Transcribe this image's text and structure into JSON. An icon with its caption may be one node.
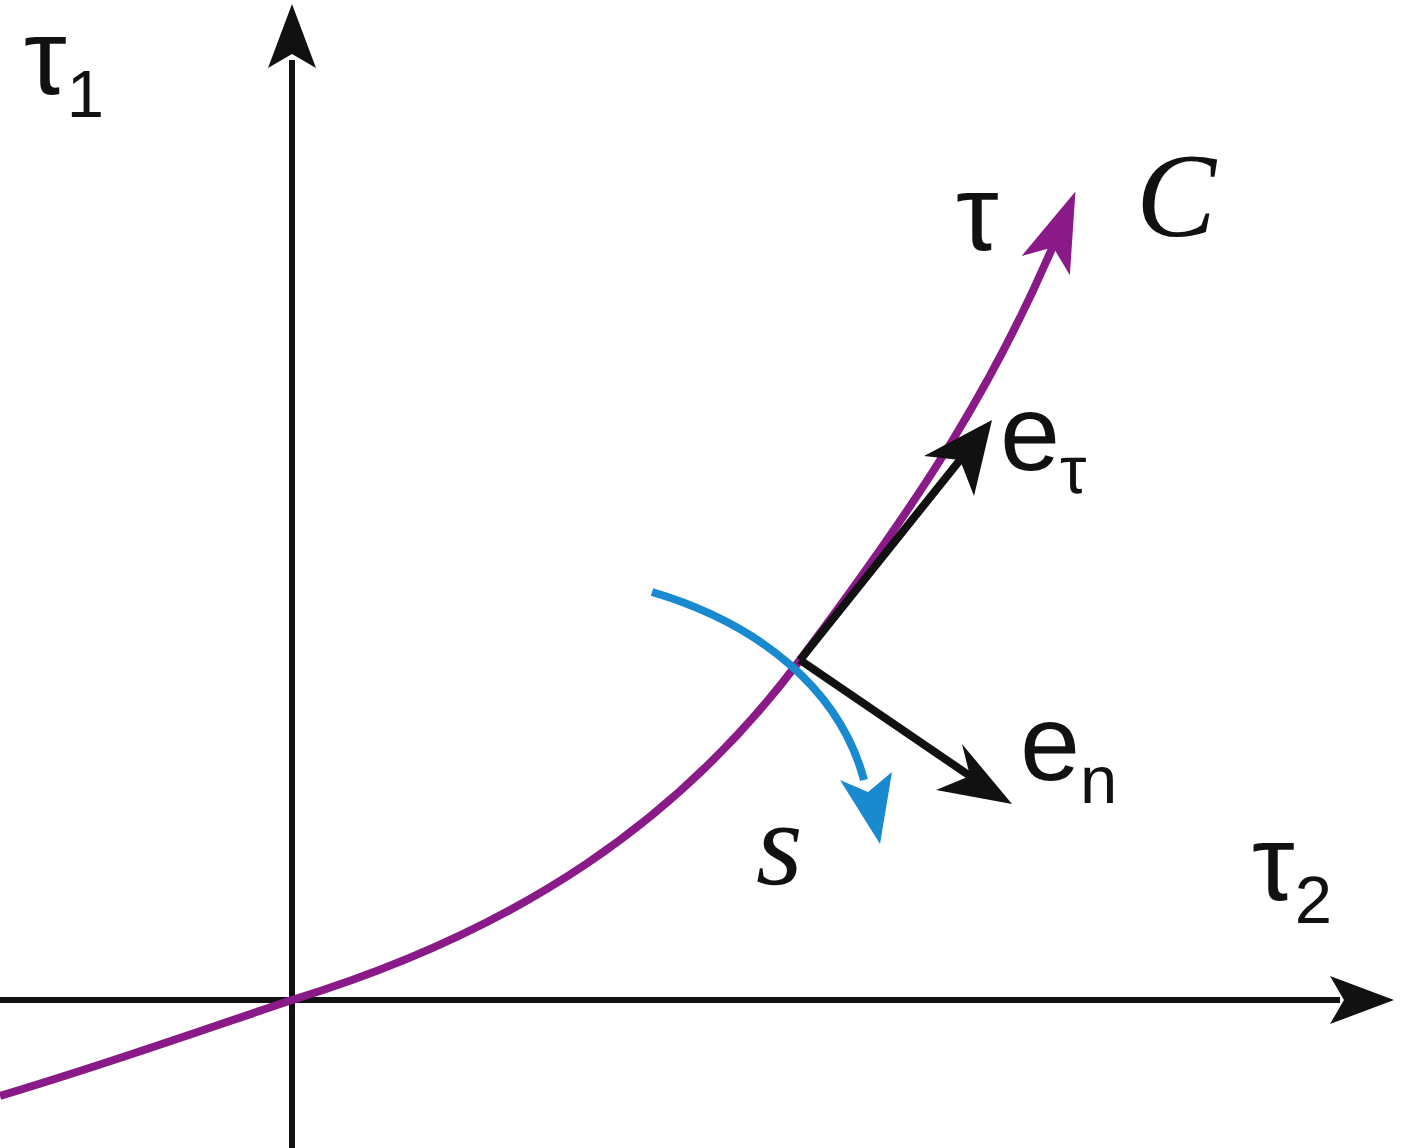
{
  "diagram": {
    "labels": [
      "τ$_{1}$",
      "τ",
      "C",
      "e$_{τ}$",
      "e$_{n}$",
      "s",
      "τ$_{2}$"
    ]
  }
}
